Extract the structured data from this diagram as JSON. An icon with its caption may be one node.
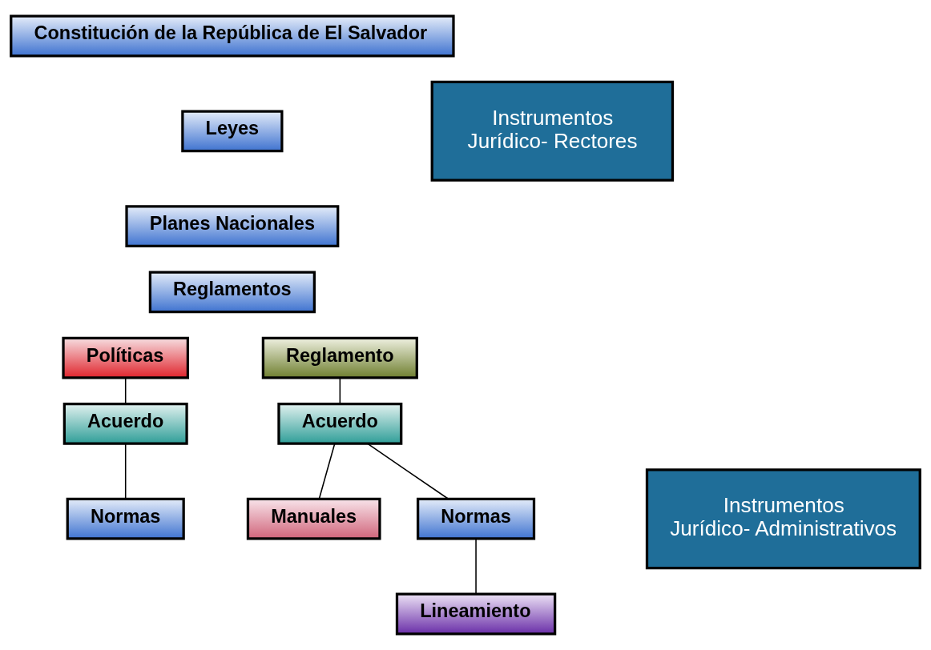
{
  "diagram": {
    "nodes": [
      {
        "text": [
          "Constitución de la República de El Salvador"
        ]
      },
      {
        "text": [
          "Leyes"
        ]
      },
      {
        "text": [
          "Planes Nacionales"
        ]
      },
      {
        "text": [
          "Reglamentos"
        ]
      },
      {
        "text": [
          "Instrumentos Jurídico- Rectores"
        ]
      },
      {
        "text": [
          "Políticas"
        ]
      },
      {
        "text": [
          "Acuerdo"
        ]
      },
      {
        "text": [
          "Normas"
        ]
      },
      {
        "text": [
          "Reglamento"
        ]
      },
      {
        "text": [
          "Acuerdo"
        ]
      },
      {
        "text": [
          "Manuales"
        ]
      },
      {
        "text": [
          "Normas"
        ]
      },
      {
        "text": [
          "Lineamiento"
        ]
      },
      {
        "text": [
          "Instrumentos Jurídico- Administrativos"
        ]
      }
    ],
    "edges": [
      {
        "from": 5,
        "to": 6,
        "arrow": "none"
      },
      {
        "from": 6,
        "to": 7,
        "arrow": "none"
      },
      {
        "from": 8,
        "to": 9,
        "arrow": "none"
      },
      {
        "from": 9,
        "to": 10,
        "arrow": "none"
      },
      {
        "from": 9,
        "to": 11,
        "arrow": "none"
      },
      {
        "from": 11,
        "to": 12,
        "arrow": "none"
      }
    ]
  }
}
